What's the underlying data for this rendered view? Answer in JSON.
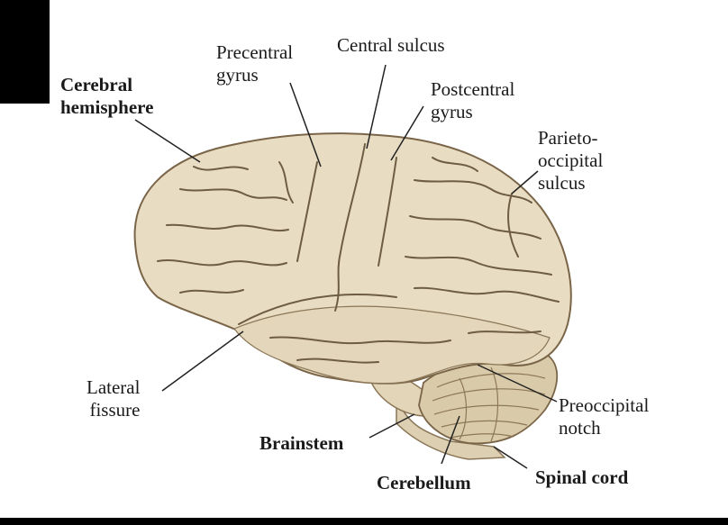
{
  "labels": {
    "cerebral_hemisphere": "Cerebral\nhemisphere",
    "precentral_gyrus": "Precentral\ngyrus",
    "central_sulcus": "Central sulcus",
    "postcentral_gyrus": "Postcentral\ngyrus",
    "parieto_occipital_sulcus": "Parieto-\noccipital\nsulcus",
    "lateral_fissure": "Lateral\nfissure",
    "preoccipital_notch": "Preoccipital\nnotch",
    "brainstem": "Brainstem",
    "cerebellum": "Cerebellum",
    "spinal_cord": "Spinal cord"
  },
  "colors": {
    "brain_fill": "#e8dcc3",
    "brain_shade": "#cdbb98",
    "sulcus_line": "#6e5c44",
    "cerebellum_fill": "#d9cba9",
    "leader_line": "#222222",
    "background": "#ffffff",
    "frame": "#000000"
  }
}
